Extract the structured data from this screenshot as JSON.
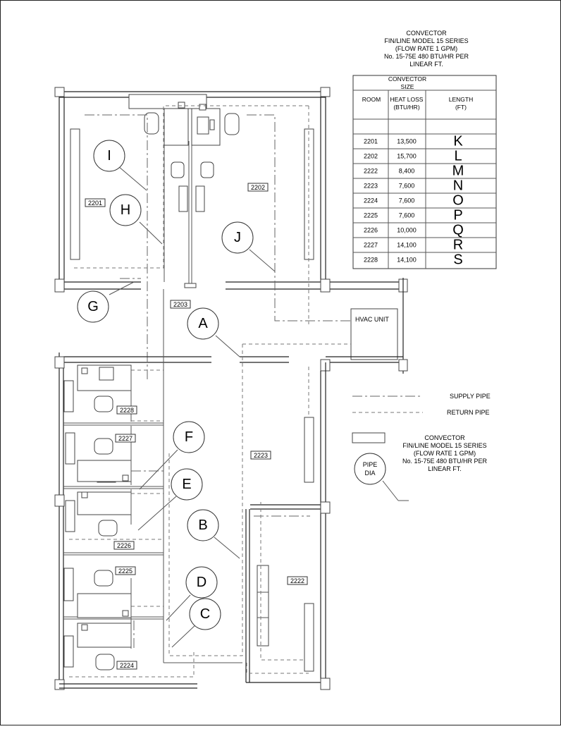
{
  "convector_note": [
    "CONVECTOR",
    "FIN/LINE MODEL 15 SERIES",
    "(FLOW RATE 1 GPM)",
    "No. 15-75E 480 BTU/HR PER",
    "LINEAR FT."
  ],
  "table": {
    "title": [
      "CONVECTOR",
      "SIZE"
    ],
    "headers": {
      "room": [
        "ROOM"
      ],
      "heat_loss": [
        "HEAT LOSS",
        "(BTU/HR)"
      ],
      "length": [
        "LENGTH",
        "(FT)"
      ]
    },
    "rows": [
      {
        "room": "2201",
        "heat_loss": "13,500",
        "length": "K"
      },
      {
        "room": "2202",
        "heat_loss": "15,700",
        "length": "L"
      },
      {
        "room": "2222",
        "heat_loss": "8,400",
        "length": "M"
      },
      {
        "room": "2223",
        "heat_loss": "7,600",
        "length": "N"
      },
      {
        "room": "2224",
        "heat_loss": "7,600",
        "length": "O"
      },
      {
        "room": "2225",
        "heat_loss": "7,600",
        "length": "P"
      },
      {
        "room": "2226",
        "heat_loss": "10,000",
        "length": "Q"
      },
      {
        "room": "2227",
        "heat_loss": "14,100",
        "length": "R"
      },
      {
        "room": "2228",
        "heat_loss": "14,100",
        "length": "S"
      }
    ]
  },
  "rooms": {
    "r2201": "2201",
    "r2202": "2202",
    "r2203": "2203",
    "r2223": "2223",
    "r2222": "2222",
    "r2228": "2228",
    "r2227": "2227",
    "r2226": "2226",
    "r2225": "2225",
    "r2224": "2224"
  },
  "equipment": {
    "hvac": "HVAC UNIT"
  },
  "bubbles": {
    "A": "A",
    "B": "B",
    "C": "C",
    "D": "D",
    "E": "E",
    "F": "F",
    "G": "G",
    "H": "H",
    "I": "I",
    "J": "J"
  },
  "legend": {
    "supply": "SUPPLY PIPE",
    "return": "RETURN PIPE",
    "convector": [
      "CONVECTOR",
      "FIN/LINE MODEL 15 SERIES",
      "(FLOW RATE 1 GPM)",
      "No. 15-75E 480 BTU/HR PER",
      "LINEAR FT."
    ],
    "pipe_dia": [
      "PIPE",
      "DIA"
    ]
  }
}
